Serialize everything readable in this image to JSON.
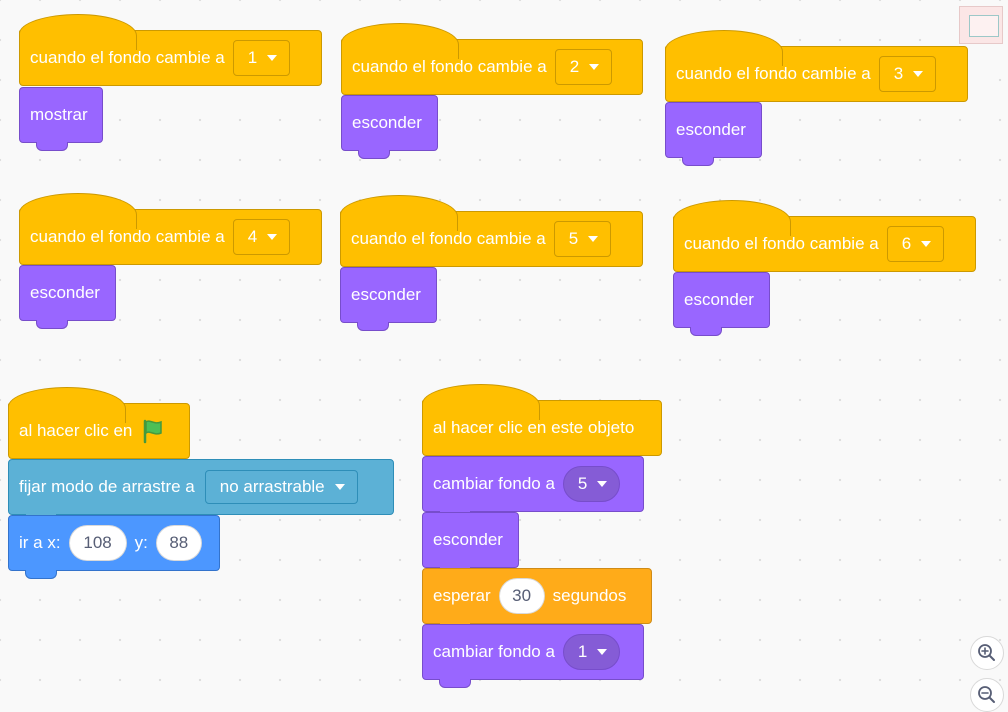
{
  "scripts": [
    {
      "hat": "cuando el fondo cambie a",
      "value": "1",
      "action": "mostrar"
    },
    {
      "hat": "cuando el fondo cambie a",
      "value": "2",
      "action": "esconder"
    },
    {
      "hat": "cuando el fondo cambie a",
      "value": "3",
      "action": "esconder"
    },
    {
      "hat": "cuando el fondo cambie a",
      "value": "4",
      "action": "esconder"
    },
    {
      "hat": "cuando el fondo cambie a",
      "value": "5",
      "action": "esconder"
    },
    {
      "hat": "cuando el fondo cambie a",
      "value": "6",
      "action": "esconder"
    }
  ],
  "flag_script": {
    "hat": "al hacer clic en",
    "drag_label": "fijar modo de arrastre a",
    "drag_value": "no arrastrable",
    "goto_label": "ir a x:",
    "x": "108",
    "y_label": "y:",
    "y": "88"
  },
  "sprite_script": {
    "hat": "al hacer clic en este objeto",
    "switch1_label": "cambiar fondo a",
    "switch1_value": "5",
    "hide_label": "esconder",
    "wait_label": "esperar",
    "wait_value": "30",
    "wait_unit": "segundos",
    "switch2_label": "cambiar fondo a",
    "switch2_value": "1"
  },
  "colors": {
    "events": "#ffbf00",
    "looks": "#9966ff",
    "sensing": "#5cb1d6",
    "motion": "#4c97ff",
    "control": "#ffab19"
  },
  "icons": {
    "flag": "green-flag-icon",
    "zoom_in": "zoom-in-icon",
    "zoom_out": "zoom-out-icon"
  }
}
